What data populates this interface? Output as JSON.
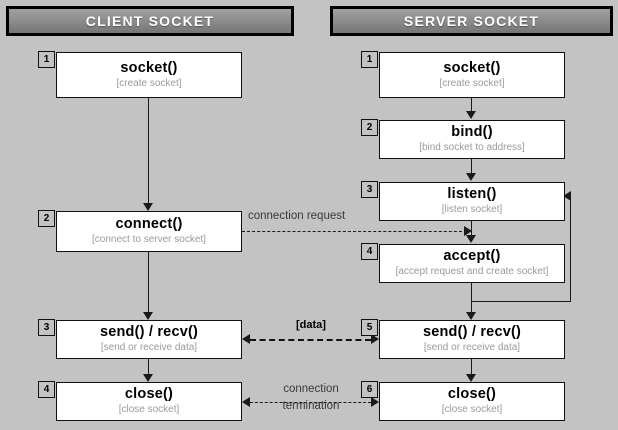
{
  "columns": {
    "client": {
      "header": "CLIENT SOCKET"
    },
    "server": {
      "header": "SERVER SOCKET"
    }
  },
  "client_steps": [
    {
      "n": "1",
      "title": "socket()",
      "sub": "[create socket]"
    },
    {
      "n": "2",
      "title": "connect()",
      "sub": "[connect to server socket]"
    },
    {
      "n": "3",
      "title": "send() / recv()",
      "sub": "[send or receive data]"
    },
    {
      "n": "4",
      "title": "close()",
      "sub": "[close socket]"
    }
  ],
  "server_steps": [
    {
      "n": "1",
      "title": "socket()",
      "sub": "[create socket]"
    },
    {
      "n": "2",
      "title": "bind()",
      "sub": "[bind socket to address]"
    },
    {
      "n": "3",
      "title": "listen()",
      "sub": "[listen socket]"
    },
    {
      "n": "4",
      "title": "accept()",
      "sub": "[accept request and create socket]"
    },
    {
      "n": "5",
      "title": "send() / recv()",
      "sub": "[send or receive data]"
    },
    {
      "n": "6",
      "title": "close()",
      "sub": "[close socket]"
    }
  ],
  "links": {
    "connection_request": "connection request",
    "data": "[data]",
    "termination_line1": "connection",
    "termination_line2": "termination"
  },
  "colors": {
    "background": "#c3c3c3",
    "header_top": "#a0a0a0",
    "header_bottom": "#757575",
    "box_fill": "#ffffff",
    "stroke": "#111111",
    "subtext": "#9a9a9a"
  }
}
